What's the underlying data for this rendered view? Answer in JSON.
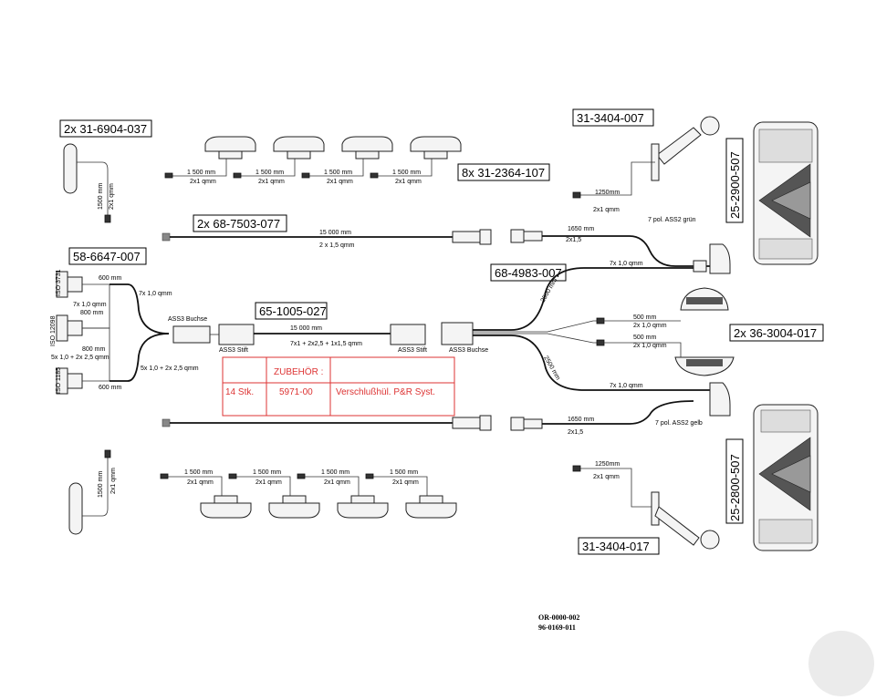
{
  "part_numbers": {
    "side_marker": "2x 31-6904-037",
    "top_markers": "8x 31-2364-107",
    "outline_top": "31-3404-007",
    "rear_lamp_top": "25-2900-507",
    "extension_cable": "2x 68-7503-077",
    "socket_cable": "58-6647-007",
    "main_cable": "65-1005-027",
    "distributor": "68-4983-007",
    "plate_lamp": "2x 36-3004-017",
    "rear_lamp_bottom": "25-2800-507",
    "outline_bottom": "31-3404-017"
  },
  "labels": {
    "len_1500": "1 500 mm",
    "cable_2x1": "2x1 qmm",
    "len_1500_vert": "1500 mm",
    "len_1250": "1250mm",
    "len_15000": "15 000 mm",
    "cable_2x15": "2 x 1,5 qmm",
    "len_1650": "1650 mm",
    "cable_2x15b": "2x1,5",
    "ass2_green": "7 pol. ASS2  grün",
    "ass2_yellow": "7 pol. ASS2  gelb",
    "cable_7x1": "7x 1,0 qmm",
    "len_2500": "2500 mm",
    "len_500": "500 mm",
    "cable_2x10": "2x 1,0 qmm",
    "len_600": "600 mm",
    "len_800": "800 mm",
    "cable_7x1_short": "7x 1,0 qmm",
    "cable_7x1_full": "7x 1,0 qmm",
    "cable_5x": "5x 1,0 + 2x 2,5 qmm",
    "ass3_buchse": "ASS3 Buchse",
    "ass3_stift": "ASS3 Stift",
    "ass3_buchse_small": "ASS3 Buchse",
    "main_cable_spec": "7x1 + 2x2,5 + 1x1,5 qmm",
    "iso_3731": "ISO 3731",
    "iso_1185": "ISO 1185",
    "iso_12098": "ISO 12098"
  },
  "accessory_table": {
    "header": "ZUBEHÖR :",
    "qty": "14 Stk.",
    "part": "5971-00",
    "desc": "Verschlußhül. P&R Syst."
  },
  "doc_codes": {
    "line1": "OR-0000-002",
    "line2": "96-0169-011"
  }
}
